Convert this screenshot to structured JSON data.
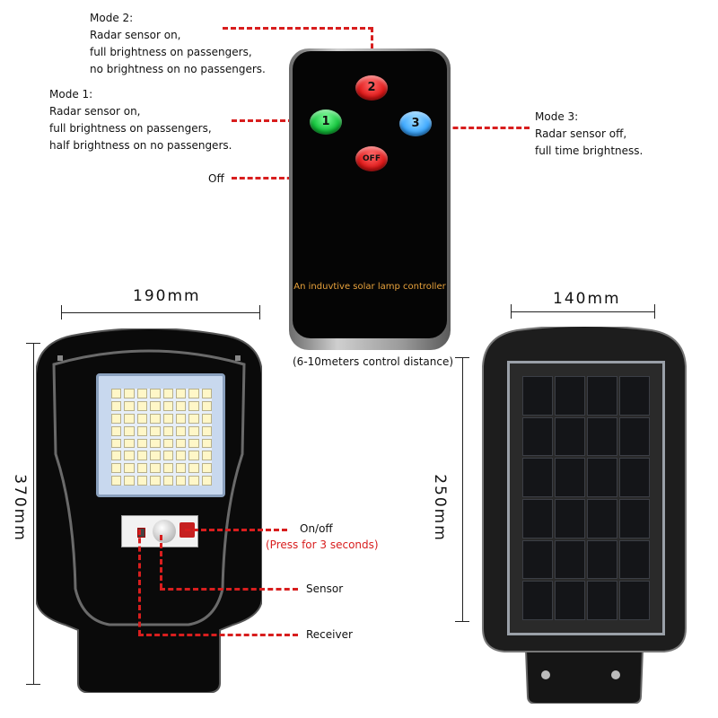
{
  "remote": {
    "buttons": [
      {
        "label": "1",
        "color": "#12c23a"
      },
      {
        "label": "2",
        "color": "#e11818"
      },
      {
        "label": "3",
        "color": "#3aa7ff"
      },
      {
        "label": "OFF",
        "color": "#e11818"
      }
    ],
    "caption": "An induvtive solar lamp controller",
    "distance": "(6-10meters control distance)"
  },
  "modes": {
    "mode1": "Mode 1:\nRadar sensor on,\nfull brightness on passengers,\nhalf brightness on no passengers.",
    "mode2": "Mode 2:\nRadar sensor on,\nfull brightness on passengers,\nno brightness on no passengers.",
    "mode3": "Mode 3:\nRadar sensor off,\nfull time brightness.",
    "off": "Off"
  },
  "dimensions": {
    "front_width": "190mm",
    "front_height": "370mm",
    "back_width": "140mm",
    "back_height": "250mm"
  },
  "callouts": {
    "onoff": "On/off",
    "onoff_note": "(Press for 3 seconds)",
    "sensor": "Sensor",
    "receiver": "Receiver"
  },
  "colors": {
    "callout_line": "#d81e1e",
    "caption_text": "#e8a23c"
  }
}
